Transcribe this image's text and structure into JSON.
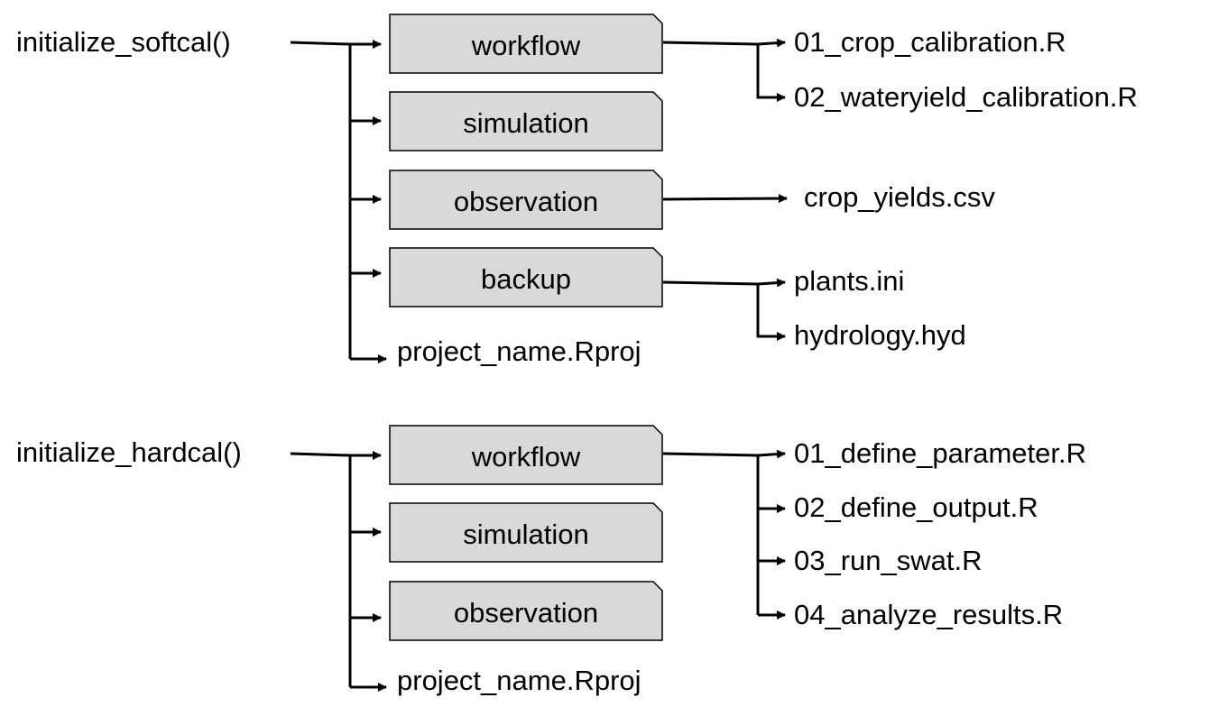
{
  "colors": {
    "folder_fill": "#d9d9d9",
    "stroke": "#000000",
    "background": "#ffffff"
  },
  "softcal": {
    "function": "initialize_softcal()",
    "folders": [
      "workflow",
      "simulation",
      "observation",
      "backup"
    ],
    "project_file": "project_name.Rproj",
    "workflow_files": [
      "01_crop_calibration.R",
      "02_wateryield_calibration.R"
    ],
    "observation_files": [
      "crop_yields.csv"
    ],
    "backup_files": [
      "plants.ini",
      "hydrology.hyd"
    ]
  },
  "hardcal": {
    "function": "initialize_hardcal()",
    "folders": [
      "workflow",
      "simulation",
      "observation"
    ],
    "project_file": "project_name.Rproj",
    "workflow_files": [
      "01_define_parameter.R",
      "02_define_output.R",
      "03_run_swat.R",
      "04_analyze_results.R"
    ]
  }
}
